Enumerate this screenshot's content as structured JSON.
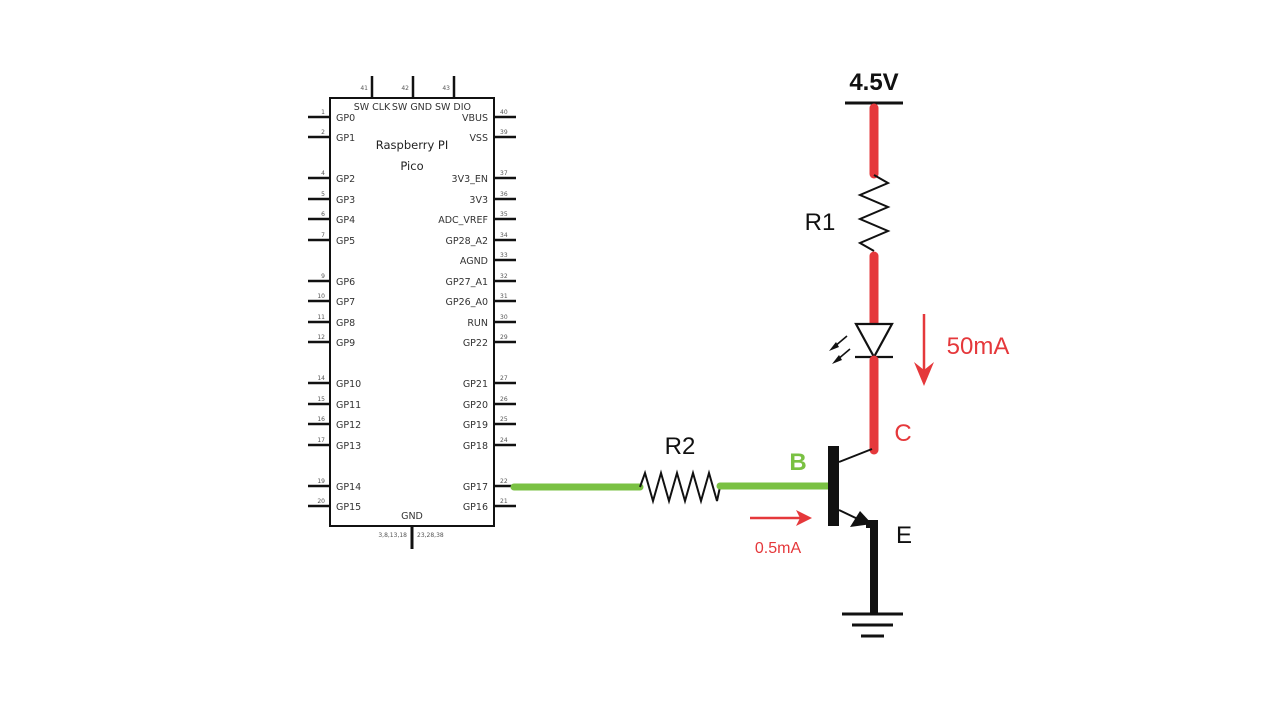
{
  "chip": {
    "title_line1": "Raspberry PI",
    "title_line2": "Pico",
    "top_pins": [
      {
        "num": "41",
        "label": "SW CLK"
      },
      {
        "num": "42",
        "label": "SW GND"
      },
      {
        "num": "43",
        "label": "SW DIO"
      }
    ],
    "left_pins": [
      {
        "num": "1",
        "label": "GP0"
      },
      {
        "num": "2",
        "label": "GP1"
      },
      {
        "num": "4",
        "label": "GP2"
      },
      {
        "num": "5",
        "label": "GP3"
      },
      {
        "num": "6",
        "label": "GP4"
      },
      {
        "num": "7",
        "label": "GP5"
      },
      {
        "num": "9",
        "label": "GP6"
      },
      {
        "num": "10",
        "label": "GP7"
      },
      {
        "num": "11",
        "label": "GP8"
      },
      {
        "num": "12",
        "label": "GP9"
      },
      {
        "num": "14",
        "label": "GP10"
      },
      {
        "num": "15",
        "label": "GP11"
      },
      {
        "num": "16",
        "label": "GP12"
      },
      {
        "num": "17",
        "label": "GP13"
      },
      {
        "num": "19",
        "label": "GP14"
      },
      {
        "num": "20",
        "label": "GP15"
      }
    ],
    "right_pins": [
      {
        "num": "40",
        "label": "VBUS"
      },
      {
        "num": "39",
        "label": "VSS"
      },
      {
        "num": "37",
        "label": "3V3_EN"
      },
      {
        "num": "36",
        "label": "3V3"
      },
      {
        "num": "35",
        "label": "ADC_VREF"
      },
      {
        "num": "34",
        "label": "GP28_A2"
      },
      {
        "num": "33",
        "label": "AGND"
      },
      {
        "num": "32",
        "label": "GP27_A1"
      },
      {
        "num": "31",
        "label": "GP26_A0"
      },
      {
        "num": "30",
        "label": "RUN"
      },
      {
        "num": "29",
        "label": "GP22"
      },
      {
        "num": "27",
        "label": "GP21"
      },
      {
        "num": "26",
        "label": "GP20"
      },
      {
        "num": "25",
        "label": "GP19"
      },
      {
        "num": "24",
        "label": "GP18"
      },
      {
        "num": "22",
        "label": "GP17"
      },
      {
        "num": "21",
        "label": "GP16"
      }
    ],
    "bottom_pin": {
      "label": "GND",
      "nums_left": "3,8,13,18",
      "nums_right": "23,28,38"
    }
  },
  "circuit": {
    "supply_label": "4.5V",
    "r1_label": "R1",
    "r2_label": "R2",
    "collector_label": "C",
    "base_label": "B",
    "emitter_label": "E",
    "collector_current": "50mA",
    "base_current": "0.5mA"
  },
  "colors": {
    "collector_wire": "#e5383b",
    "base_wire": "#7ac143",
    "current_arrow": "#e5383b",
    "outline": "#111111"
  }
}
